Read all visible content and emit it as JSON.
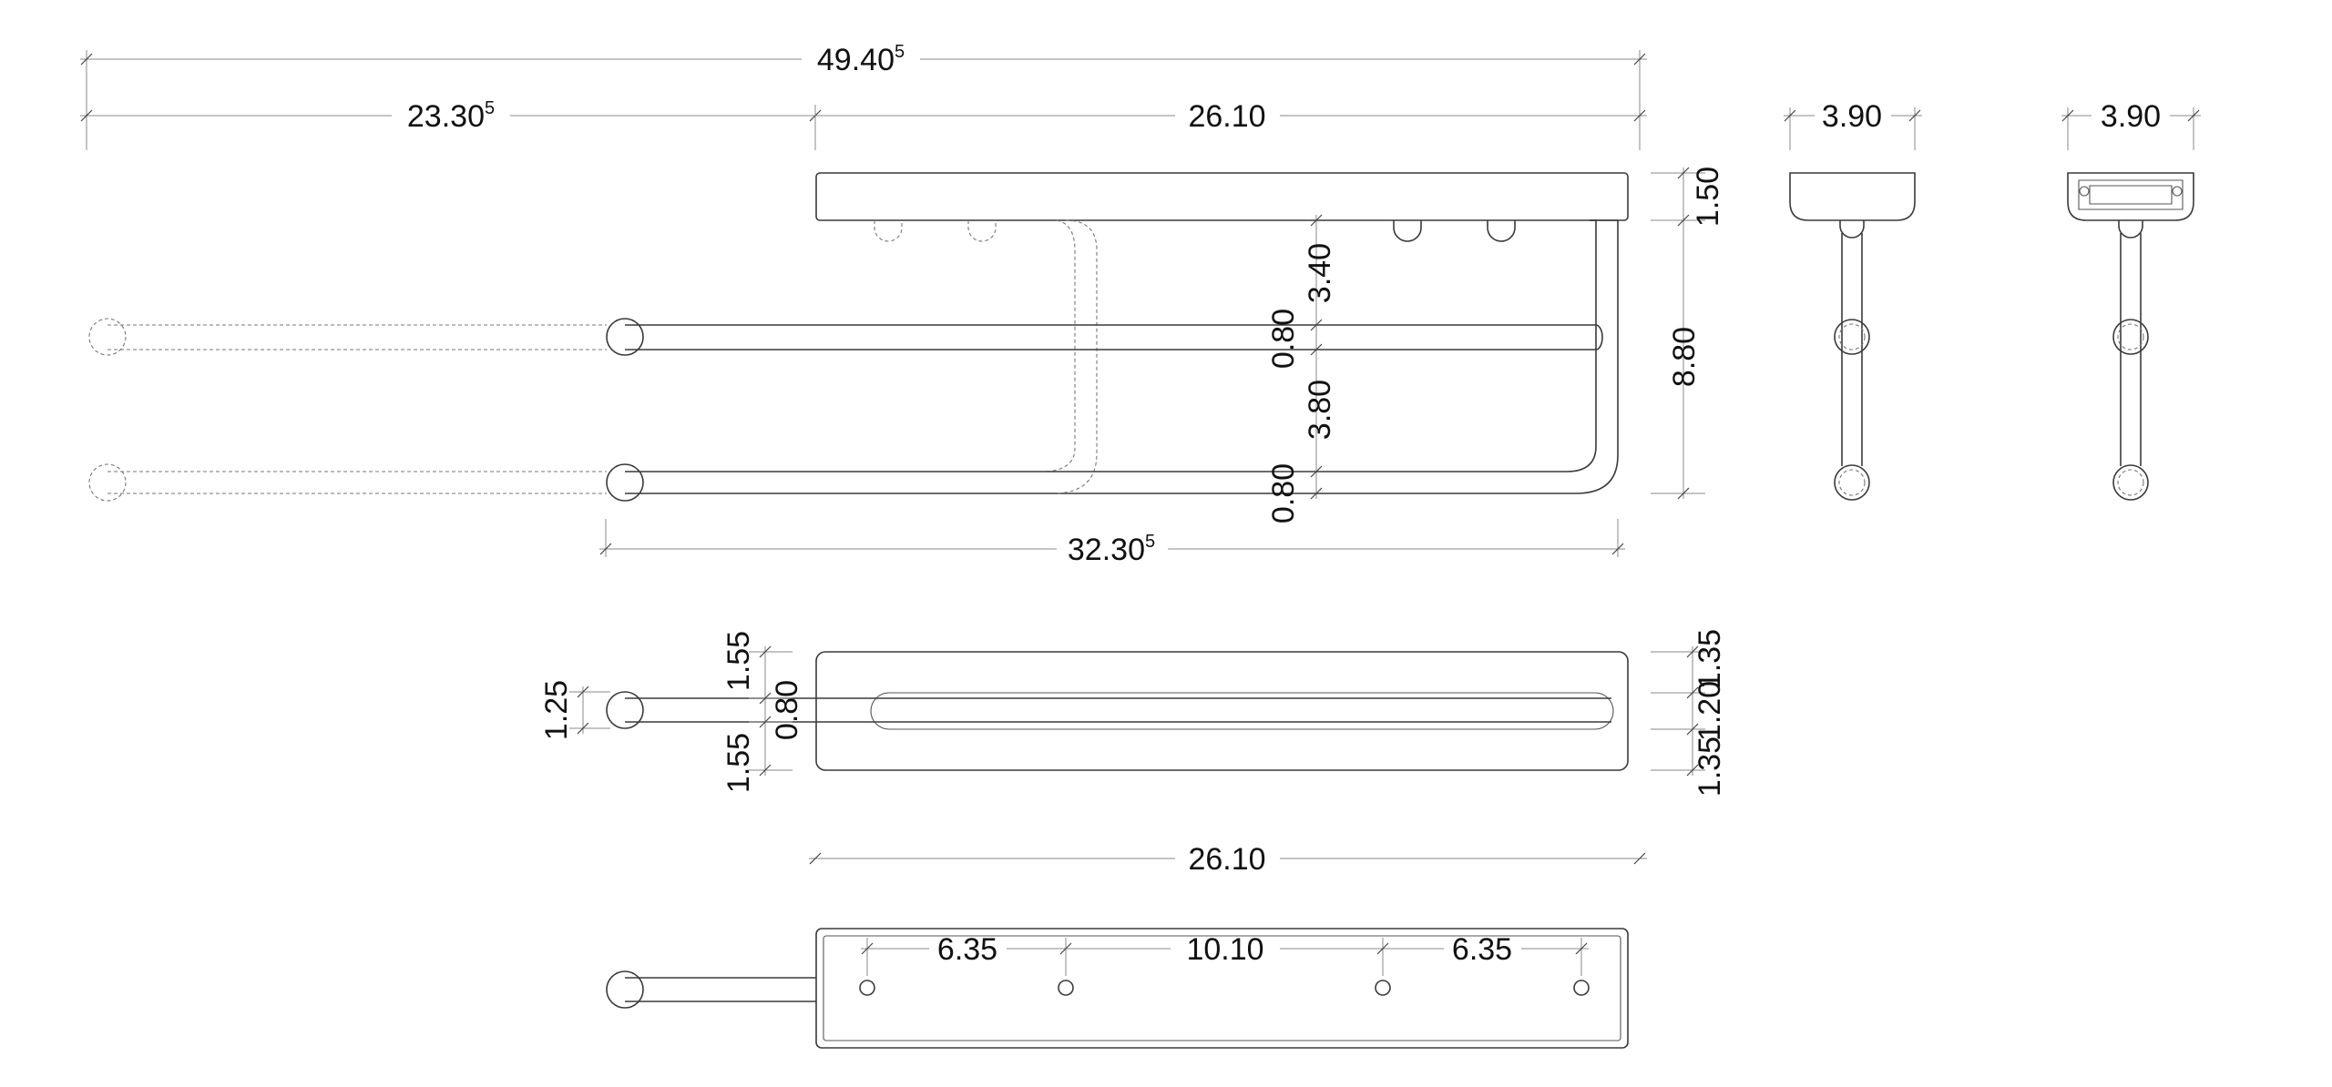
{
  "colors": {
    "line": "#3a3a3a",
    "dimension": "#888888",
    "text": "#111111"
  },
  "front_view": {
    "overall_length": {
      "main": "49.40",
      "sup": "5"
    },
    "extension_length": {
      "main": "23.30",
      "sup": "5"
    },
    "rail_length": "26.10",
    "bar_length": {
      "main": "32.30",
      "sup": "5"
    },
    "rail_height": "1.50",
    "total_height": "8.80",
    "top_gap": "3.40",
    "bar_1_dia": "0.80",
    "bar_gap": "3.80",
    "bar_2_dia": "0.80"
  },
  "side_view": {
    "width": "3.90"
  },
  "back_view": {
    "width": "3.90"
  },
  "top_view": {
    "left_outer_top": "1.55",
    "bar_width": "0.80",
    "left_outer_bottom": "1.55",
    "knob_width": "1.25",
    "right_top": "1.35",
    "slot_width": "1.20",
    "right_bottom": "1.35",
    "rail_length": "26.10"
  },
  "bottom_view": {
    "hole_spacing_left": "6.35",
    "hole_spacing_middle": "10.10",
    "hole_spacing_right": "6.35"
  }
}
